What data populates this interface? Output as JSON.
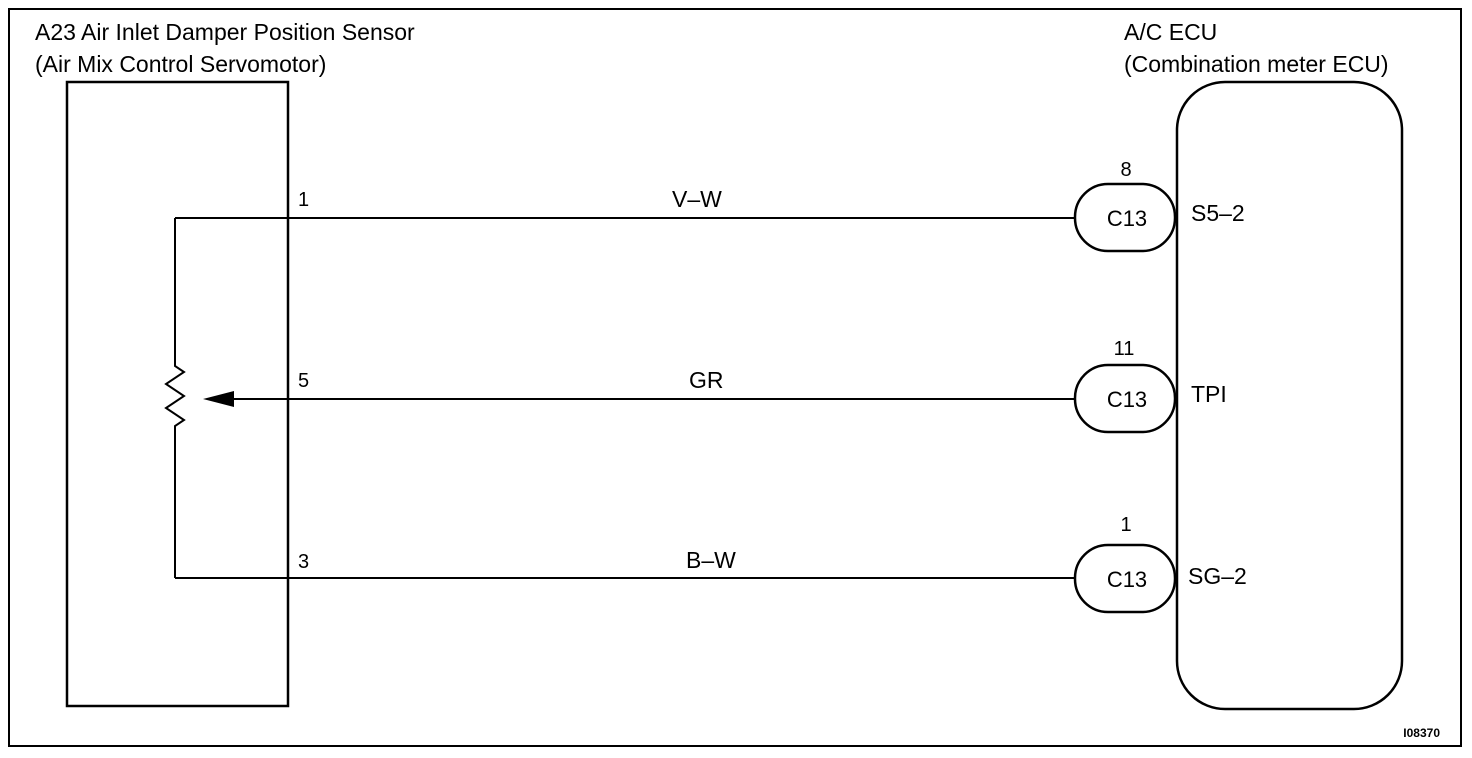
{
  "sensor": {
    "title": "A23 Air Inlet Damper Position Sensor",
    "subtitle": "(Air Mix Control Servomotor)"
  },
  "ecu": {
    "title": "A/C ECU",
    "subtitle": "(Combination meter ECU)"
  },
  "wires": [
    {
      "sensor_pin": "1",
      "color_code": "V–W",
      "connector": "C13",
      "connector_pin": "8",
      "ecu_terminal": "S5–2"
    },
    {
      "sensor_pin": "5",
      "color_code": "GR",
      "connector": "C13",
      "connector_pin": "11",
      "ecu_terminal": "TPI"
    },
    {
      "sensor_pin": "3",
      "color_code": "B–W",
      "connector": "C13",
      "connector_pin": "1",
      "ecu_terminal": "SG–2"
    }
  ],
  "figure_id": "I08370",
  "colors": {
    "line": "#000000",
    "background": "#ffffff"
  }
}
